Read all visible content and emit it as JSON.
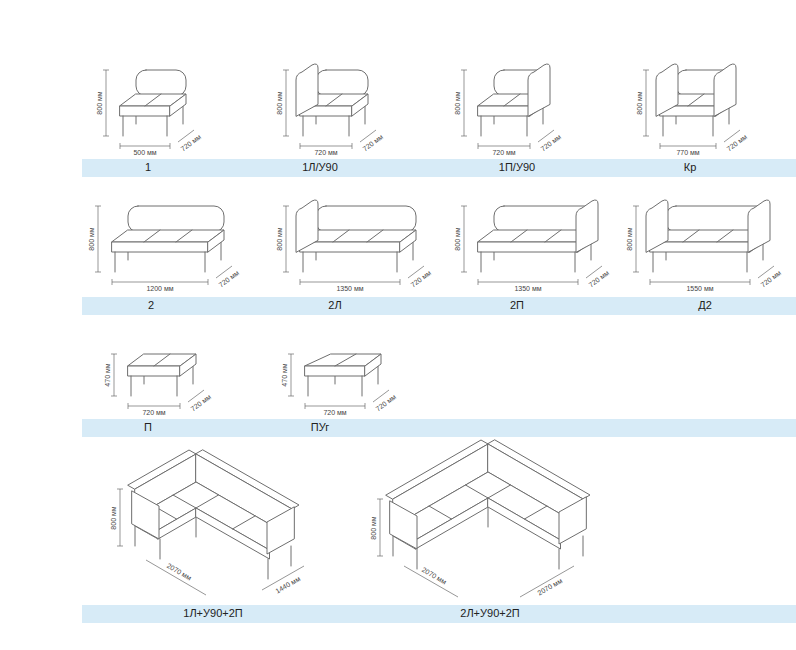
{
  "diagram": {
    "nodes": [
      {
        "text": [
          "1",
          "1Л/У90",
          "1П/У90",
          "Кр"
        ]
      },
      {
        "text": [
          "2",
          "2Л",
          "2П",
          "Д2"
        ]
      },
      {
        "text": [
          "П",
          "ПУг"
        ]
      },
      {
        "text": [
          "1Л+У90+2П",
          "2Л+У90+2П"
        ]
      }
    ],
    "labels": [
      "800 мм",
      "720 мм",
      "500 мм",
      "800 мм",
      "720 мм",
      "720 мм",
      "800 мм",
      "720 мм",
      "720 мм",
      "800 мм",
      "720 мм",
      "770 мм",
      "800 мм",
      "720 мм",
      "1200 мм",
      "800 мм",
      "720 мм",
      "1350 мм",
      "800 мм",
      "720 мм",
      "1350 мм",
      "800 мм",
      "720 мм",
      "1550 мм",
      "470 мм",
      "720 мм",
      "720 мм",
      "470 мм",
      "720 мм",
      "720 мм",
      "800 мм",
      "2070 мм",
      "1440 мм",
      "800 мм",
      "2070 мм",
      "2070 мм"
    ]
  }
}
